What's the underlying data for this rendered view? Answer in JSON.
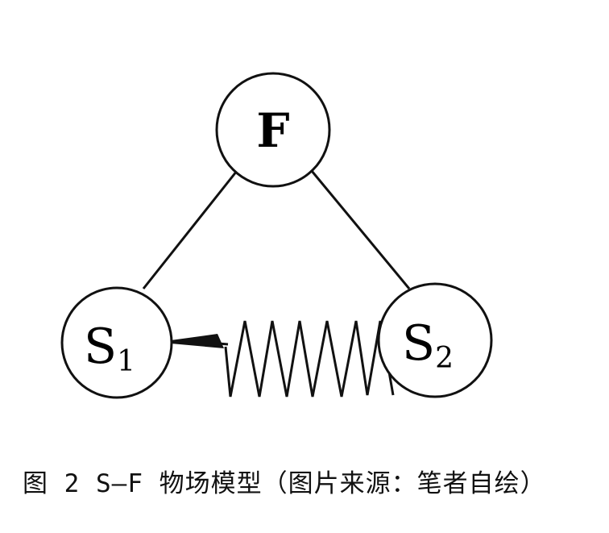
{
  "diagram": {
    "nodes": {
      "f": {
        "label": "F"
      },
      "s1": {
        "label": "S",
        "subscript": "1"
      },
      "s2": {
        "label": "S",
        "subscript": "2"
      }
    },
    "edges": [
      {
        "from": "F",
        "to": "S1",
        "style": "solid-line"
      },
      {
        "from": "F",
        "to": "S2",
        "style": "solid-line"
      },
      {
        "from": "S2",
        "to": "S1",
        "style": "wavy-arrow"
      }
    ],
    "colors": {
      "stroke": "#111111",
      "background": "#ffffff"
    }
  },
  "caption": "图 2 S—F 物场模型（图片来源：笔者自绘）"
}
